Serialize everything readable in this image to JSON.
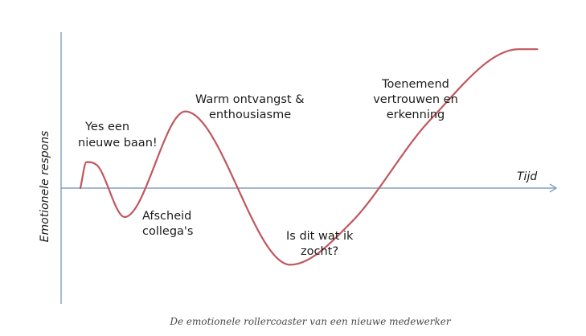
{
  "chart_data": {
    "type": "line",
    "title": "",
    "xlabel": "Tijd",
    "ylabel": "Emotionele respons",
    "caption": "De emotionele rollercoaster van een nieuwe medewerker",
    "xlim": [
      0,
      100
    ],
    "ylim": [
      -1,
      1
    ],
    "axis_position": "zero-line",
    "grid": false,
    "series": [
      {
        "color": "#c0575e",
        "points": [
          [
            0,
            0
          ],
          [
            1.3,
            0.18
          ],
          [
            3.5,
            0.16
          ],
          [
            9.5,
            -0.2
          ],
          [
            22.5,
            0.53
          ],
          [
            45,
            -0.53
          ],
          [
            58,
            -0.24
          ],
          [
            75,
            0.47
          ],
          [
            94,
            0.96
          ],
          [
            98,
            0.96
          ]
        ]
      }
    ],
    "annotations": [
      {
        "lines": [
          "Yes een",
          "nieuwe baan!"
        ]
      },
      {
        "lines": [
          "Afscheid",
          "collega's"
        ]
      },
      {
        "lines": [
          "Warm ontvangst &",
          "enthousiasme"
        ]
      },
      {
        "lines": [
          "Is dit wat ik",
          "zocht?"
        ]
      },
      {
        "lines": [
          "Toenemend",
          "vertrouwen en",
          "erkenning"
        ]
      }
    ],
    "colors": {
      "axis": "#6f8fb0",
      "text": "#1c1c1c",
      "caption": "#4a4a4a"
    }
  }
}
